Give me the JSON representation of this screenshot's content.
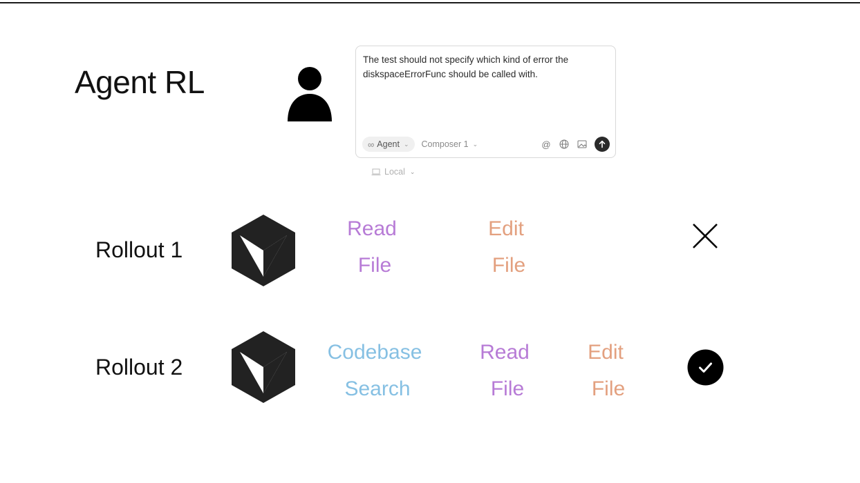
{
  "title": "Agent RL",
  "composer": {
    "prompt_text": "The test should not specify which kind of error the diskspaceErrorFunc should be called with.",
    "mode_label": "Agent",
    "model_label": "Composer 1",
    "location_label": "Local",
    "icons": [
      "infinity-icon",
      "at-icon",
      "globe-icon",
      "image-icon",
      "send-arrow-icon",
      "laptop-icon"
    ]
  },
  "rollouts": [
    {
      "label": "Rollout 1",
      "tools": [
        {
          "line1": "Read",
          "line2": "File",
          "color": "#b77bd6"
        },
        {
          "line1": "Edit",
          "line2": "File",
          "color": "#e3a07f"
        }
      ],
      "result_icon": "x-icon"
    },
    {
      "label": "Rollout 2",
      "tools": [
        {
          "line1": "Codebase",
          "line2": "Search",
          "color": "#86c0e3"
        },
        {
          "line1": "Read",
          "line2": "File",
          "color": "#b77bd6"
        },
        {
          "line1": "Edit",
          "line2": "File",
          "color": "#e3a07f"
        }
      ],
      "result_icon": "check-circle-icon"
    }
  ]
}
